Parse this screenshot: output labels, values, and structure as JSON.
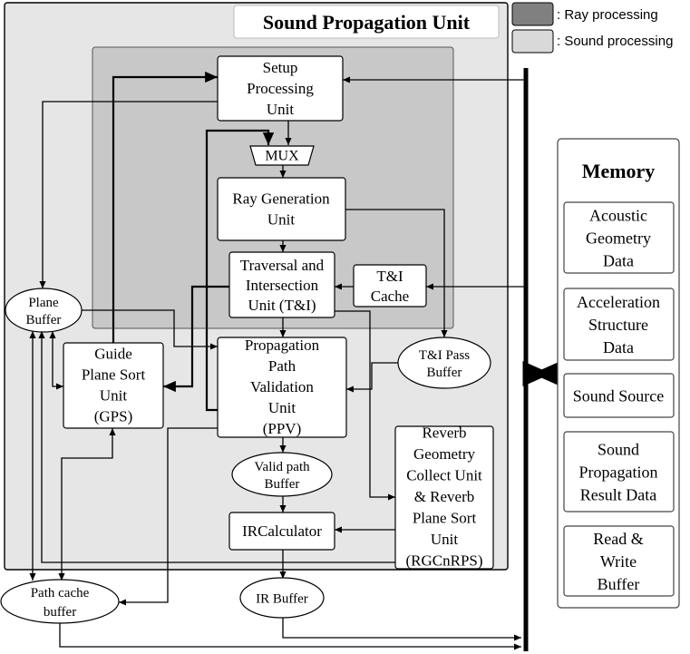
{
  "title": "Sound Propagation Unit",
  "legend": {
    "ray": {
      "label": ": Ray processing",
      "color": "#808080"
    },
    "sound": {
      "label": ": Sound processing",
      "color": "#d9d9d9"
    }
  },
  "units": {
    "setup": [
      "Setup",
      "Processing",
      "Unit"
    ],
    "mux": [
      "MUX"
    ],
    "raygen": [
      "Ray Generation",
      "Unit"
    ],
    "ti": [
      "Traversal and",
      "Intersection",
      "Unit (T&I)"
    ],
    "ticache": [
      "T&I",
      "Cache"
    ],
    "plane_buffer": [
      "Plane",
      "Buffer"
    ],
    "gps": [
      "Guide",
      "Plane Sort",
      "Unit",
      "(GPS)"
    ],
    "ppv": [
      "Propagation",
      "Path",
      "Validation",
      "Unit",
      "(PPV)"
    ],
    "ti_pass": [
      "T&I Pass",
      "Buffer"
    ],
    "valid_path": [
      "Valid path",
      "Buffer"
    ],
    "reverb": [
      "Reverb",
      "Geometry",
      "Collect Unit",
      "& Reverb",
      "Plane Sort",
      "Unit",
      "(RGCnRPS)"
    ],
    "ircalc": [
      "IRCalculator"
    ],
    "path_cache": [
      "Path cache",
      "buffer"
    ],
    "ir_buffer": [
      "IR Buffer"
    ]
  },
  "memory": {
    "title": "Memory",
    "items": [
      [
        "Acoustic",
        "Geometry",
        "Data"
      ],
      [
        "Acceleration",
        "Structure",
        "Data"
      ],
      [
        "Sound Source"
      ],
      [
        "Sound",
        "Propagation",
        "Result Data"
      ],
      [
        "Read &",
        "Write",
        "Buffer"
      ]
    ]
  },
  "colors": {
    "outer_fill": "#e6e6e6",
    "inner_fill": "#c8c8c8",
    "line": "#000000"
  }
}
